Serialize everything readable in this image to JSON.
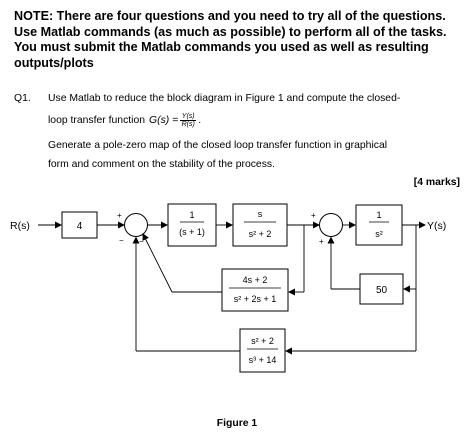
{
  "note": "NOTE: There are four questions and you need to try all of the questions. Use Matlab commands (as much as possible) to perform all of the tasks.  You must submit the Matlab commands you used as well as resulting outputs/plots",
  "q1": {
    "number": "Q1.",
    "line1": "Use Matlab to reduce the block diagram in Figure 1 and compute the closed-",
    "line2_prefix": "loop transfer function",
    "tf_lhs": "G(s) =",
    "tf_num": "Y(s)",
    "tf_den": "R(s)",
    "tf_end": ".",
    "line3": "Generate a pole-zero map of the closed loop transfer function in graphical",
    "line4": "form and comment on the stability of the process.",
    "marks": "[4 marks]"
  },
  "diagram": {
    "input": "R(s)",
    "output": "Y(s)",
    "block_gain": "4",
    "block_g1_num": "1",
    "block_g1_den": "(s + 1)",
    "block_g2_num": "s",
    "block_g2_den": "s² + 2",
    "block_g3_num": "1",
    "block_g3_den": "s²",
    "block_h1_num": "4s + 2",
    "block_h1_den": "s² + 2s + 1",
    "block_h2": "50",
    "block_h3_num": "s² + 2",
    "block_h3_den": "s³ + 14",
    "sign_plus": "+",
    "sign_minus": "−"
  },
  "figure_caption": "Figure 1"
}
